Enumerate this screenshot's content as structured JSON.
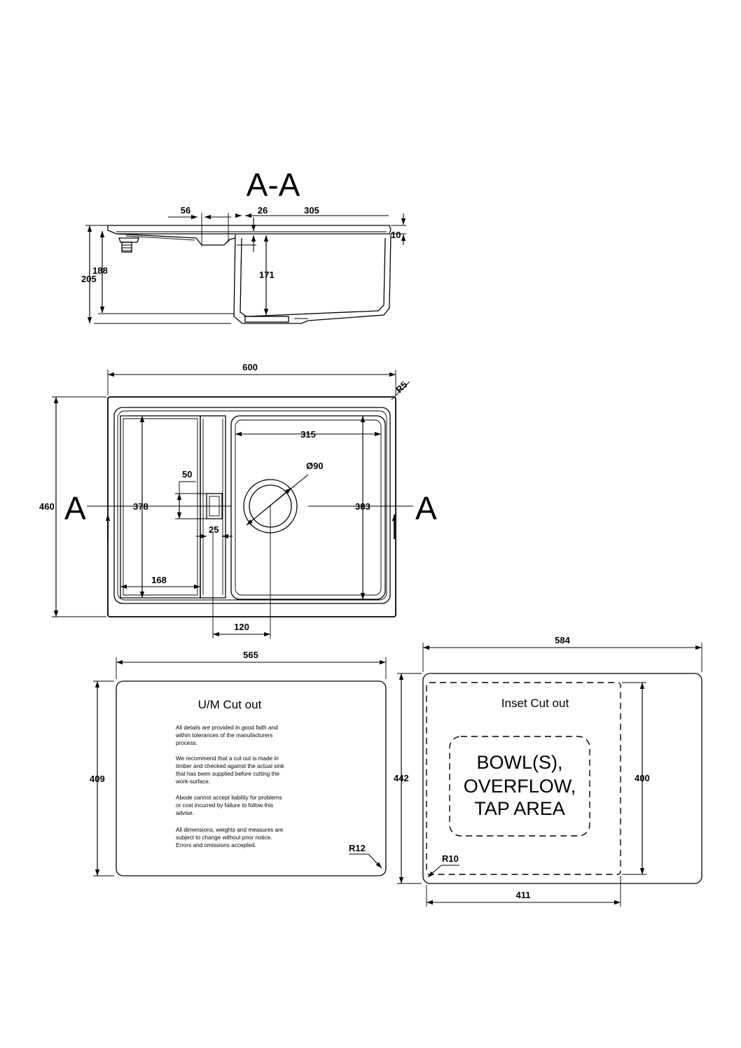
{
  "section_title": "A-A",
  "section_marker": "A",
  "section_dims": {
    "d56": "56",
    "d26": "26",
    "d305": "305",
    "d10": "10",
    "d188": "188",
    "d205": "205",
    "d171": "171"
  },
  "plan_dims": {
    "d600": "600",
    "r5": "R5",
    "d460": "460",
    "d378": "378",
    "d315": "315",
    "d90": "Ø90",
    "d50": "50",
    "d383": "383",
    "d25": "25",
    "d168": "168",
    "d120": "120"
  },
  "um_cutout": {
    "title": "U/M Cut out",
    "width": "565",
    "height": "409",
    "radius": "R12",
    "notes": [
      "All details are provided in good faith and",
      "within tolerances of the manufacturers",
      "process.",
      "We recommend that a cut out is made in",
      "timber and checked against the actual sink",
      "that has been supplied before cutting the",
      "work-surface.",
      "Abode cannot accept liability for problems",
      "or cost incurred by failure to follow this",
      "advise.",
      "All dimensions, weights and measures are",
      "subject to change without prior notice.",
      "Errors and omissions accepted."
    ]
  },
  "inset_cutout": {
    "title": "Inset Cut out",
    "width": "584",
    "height": "442",
    "inner_height": "400",
    "inner_width": "411",
    "radius": "R10",
    "area_lines": [
      "BOWL(S),",
      "OVERFLOW,",
      "TAP AREA"
    ]
  }
}
